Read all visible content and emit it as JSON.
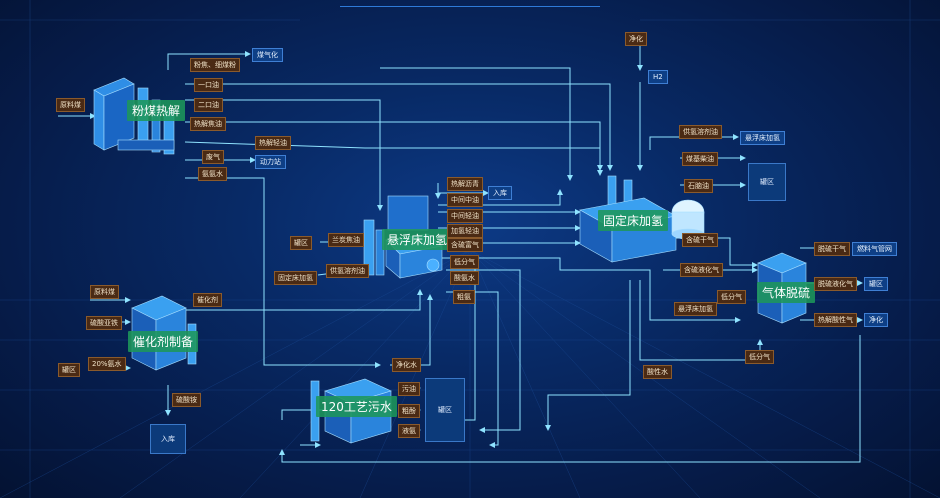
{
  "units": {
    "coal_pyrolysis": "粉煤热解",
    "suspended_bed": "悬浮床加氢",
    "fixed_bed": "固定床加氢",
    "catalyst": "催化剂制备",
    "gas_desulf": "气体脱硫",
    "wastewater": "120工艺污水"
  },
  "tags": {
    "raw_coal": "原料煤",
    "coke_fines": "粉焦、细煤粉",
    "oil_1": "一口油",
    "oil_2": "二口油",
    "pyro_tar": "热解焦油",
    "pyro_light": "热解轻油",
    "waste_gas": "废气",
    "ammonia_water": "氨氨水",
    "tank_a": "罐区",
    "semi_coke_oil": "兰炭焦油",
    "fixed_bed_hydro": "固定床加氢",
    "hydro_solvent": "供氢溶剂油",
    "pyro_asphalt": "热解沥青",
    "mid_dirty": "中间中油",
    "mid_light": "中间轻油",
    "hydro_light": "加氢轻油",
    "sulfur_gas": "含硫富气",
    "low_gas": "低分气",
    "acid_water": "酸氨水",
    "crude_ammonia": "粗氨",
    "h2_donor": "供氢溶剂油",
    "coal_oil": "煤基柴油",
    "naphtha": "石脑油",
    "sour_dry_gas": "含硫干气",
    "sour_lpg": "含硫液化气",
    "susp_hydro": "悬浮床加氢",
    "low_gas2": "低分气",
    "low_gas3": "低分气",
    "sour_water": "酸性水",
    "desulf_dry": "脱硫干气",
    "desulf_lpg": "脱硫液化气",
    "pyro_acid": "热解酸性气",
    "raw_coal2": "原料煤",
    "ferrous_sulfate": "硫酸亚铁",
    "ammonia20": "20%氨水",
    "tank_b": "罐区",
    "catalyst_agent": "催化剂",
    "ammonium_sulfate": "硫酸铵",
    "clean_water": "净化水",
    "sludge_oil": "污油",
    "crude_phenol": "粗酚",
    "liquid_ammonia": "液氨",
    "clean_top": "净化"
  },
  "boxes": {
    "coal_gasify": "煤气化",
    "power_station": "动力站",
    "store": "入库",
    "h2": "H2",
    "susp_hydro_out": "悬浮床加氢",
    "tank_c": "罐区",
    "fuel_gas_net": "燃料气管网",
    "tank_d": "罐区",
    "clean": "净化",
    "tank_e": "罐区",
    "store2": "入库"
  }
}
